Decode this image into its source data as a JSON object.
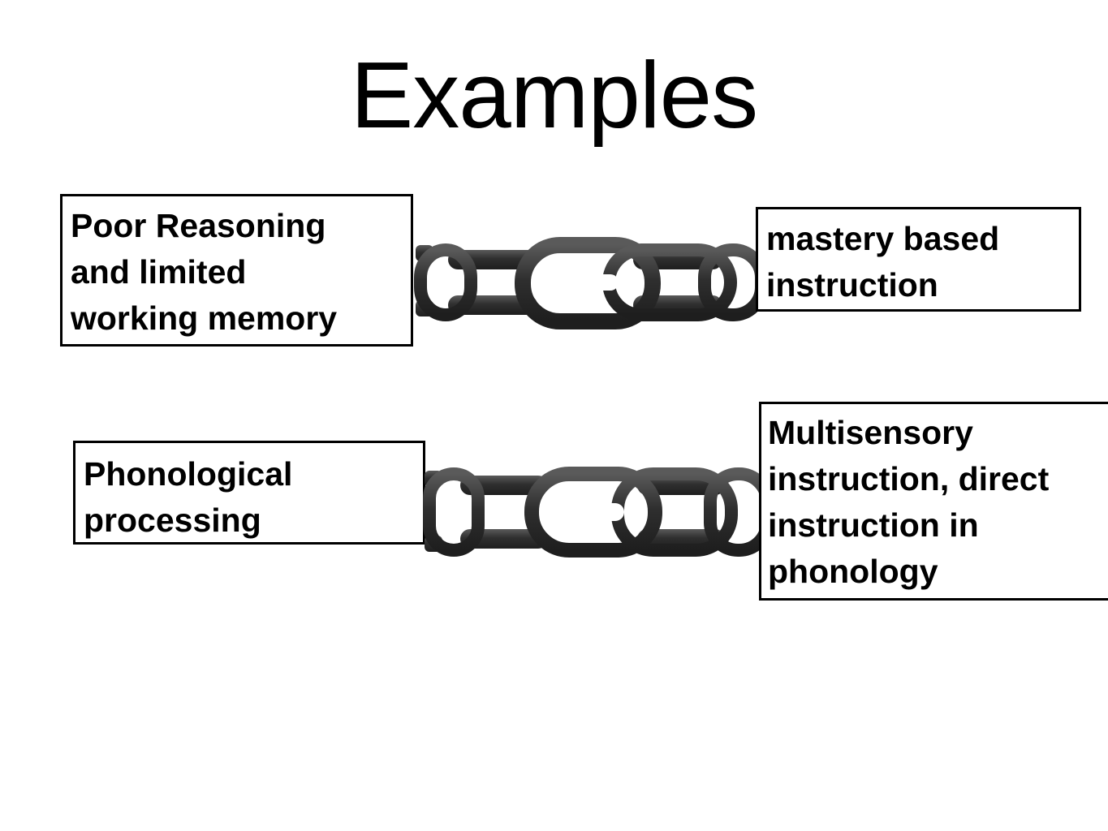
{
  "slide": {
    "title": "Examples"
  },
  "rows": [
    {
      "left_label": "Poor Reasoning\nand limited\nworking memory",
      "right_label": "mastery based\ninstruction"
    },
    {
      "left_label": "Phonological\nprocessing",
      "right_label": "Multisensory\ninstruction, direct\ninstruction in\nphonology"
    }
  ],
  "colors": {
    "text": "#000000",
    "box_border": "#000000",
    "chain": "#3a3a3a",
    "background": "#ffffff"
  },
  "icons": [
    "chain-icon",
    "chain-icon"
  ]
}
